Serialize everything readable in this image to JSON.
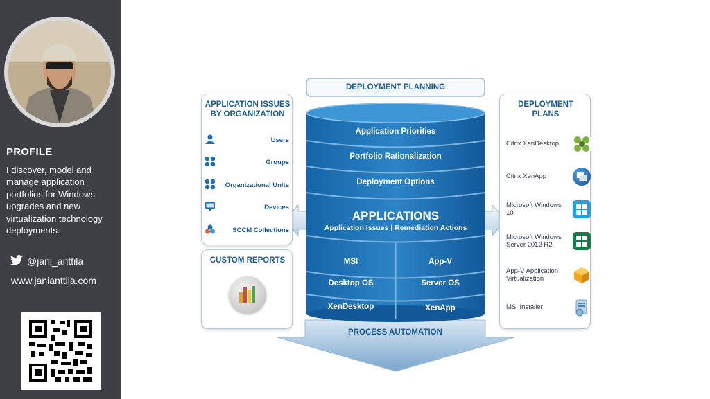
{
  "profile": {
    "title": "PROFILE",
    "description": "I discover, model and manage application portfolios for Windows upgrades and new virtualization technology deployments.",
    "twitter": "@jani_anttila",
    "website": "www.janianttila.com"
  },
  "diagram": {
    "deployment_planning": "DEPLOYMENT PLANNING",
    "process_automation": "PROCESS AUTOMATION",
    "layers": [
      "Application Priorities",
      "Portfolio Rationalization",
      "Deployment Options"
    ],
    "applications": {
      "title": "APPLICATIONS",
      "subtitle": "Application Issues | Remediation Actions"
    },
    "platforms_left": [
      "MSI",
      "Desktop OS",
      "XenDesktop"
    ],
    "platforms_right": [
      "App-V",
      "Server OS",
      "XenApp"
    ],
    "issues_box": {
      "title": "APPLICATION ISSUES BY ORGANIZATION",
      "items": [
        {
          "label": "Users",
          "icon": "user-icon"
        },
        {
          "label": "Groups",
          "icon": "groups-icon"
        },
        {
          "label": "Organizational Units",
          "icon": "org-units-icon"
        },
        {
          "label": "Devices",
          "icon": "monitor-icon"
        },
        {
          "label": "SCCM Collections",
          "icon": "sccm-icon"
        }
      ]
    },
    "reports_box": {
      "title": "CUSTOM REPORTS"
    },
    "plans_box": {
      "title": "DEPLOYMENT PLANS",
      "items": [
        {
          "label": "Citrix XenDesktop",
          "icon": "xendesktop-icon",
          "color": "#6a9a2c"
        },
        {
          "label": "Citrix XenApp",
          "icon": "xenapp-icon",
          "color": "#1f5fa8"
        },
        {
          "label": "Microsoft Windows 10",
          "icon": "windows10-icon",
          "color": "#1ea0e6"
        },
        {
          "label": "Microsoft Windows Server 2012 R2",
          "icon": "windows-server-icon",
          "color": "#167c4a"
        },
        {
          "label": "App-V Application Virtualization",
          "icon": "appv-icon",
          "color": "#f2a619"
        },
        {
          "label": "MSI Installer",
          "icon": "msi-installer-icon",
          "color": "#7aa8d6"
        }
      ]
    }
  }
}
